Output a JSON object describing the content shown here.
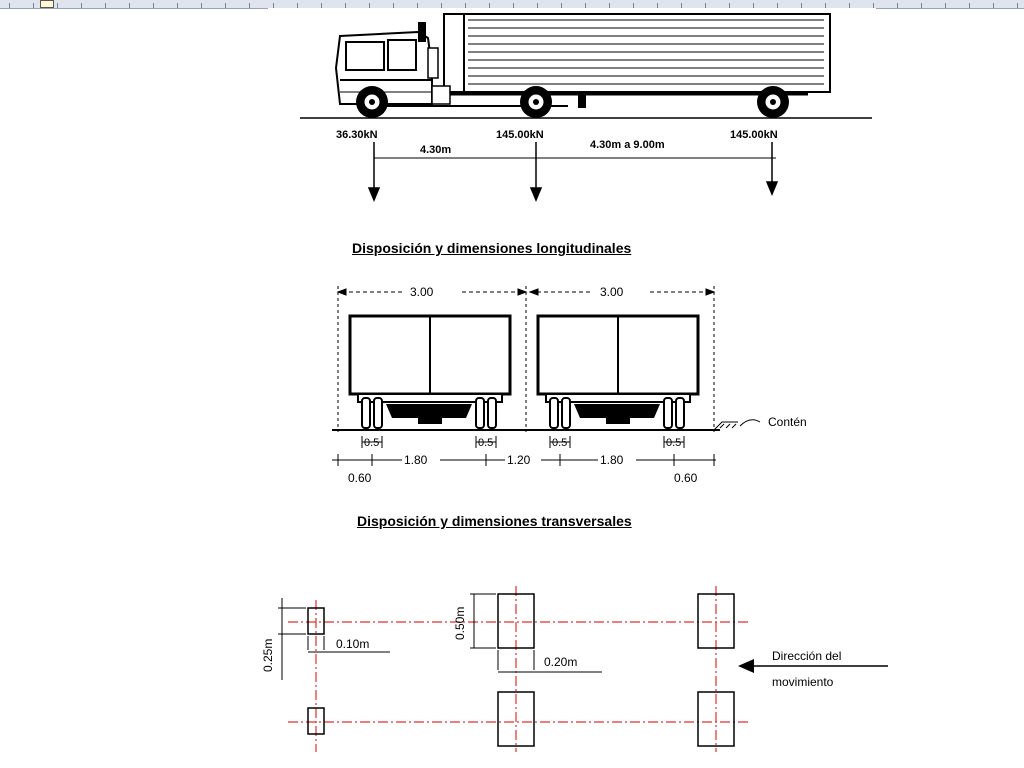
{
  "figure1": {
    "loads": [
      "36.30kN",
      "145.00kN",
      "145.00kN"
    ],
    "spacing_front": "4.30m",
    "spacing_rear": "4.30m a 9.00m"
  },
  "caption1": "Disposición y dimensiones longitudinales",
  "figure2": {
    "lane_width": "3.00",
    "wheel_width": "0.5",
    "track": "1.80",
    "gap_between": "1.20",
    "edge_offset": "0.60",
    "curb_label": "Contén"
  },
  "caption2": "Disposición y dimensiones transversales",
  "figure3": {
    "footprint_length": "0.25m",
    "footprint_width_front": "0.10m",
    "footprint_length_rear": "0.50m",
    "footprint_width_rear": "0.20m",
    "direction_label_line1": "Dirección del",
    "direction_label_line2": "movimiento",
    "centerline_color": "#e03030"
  }
}
